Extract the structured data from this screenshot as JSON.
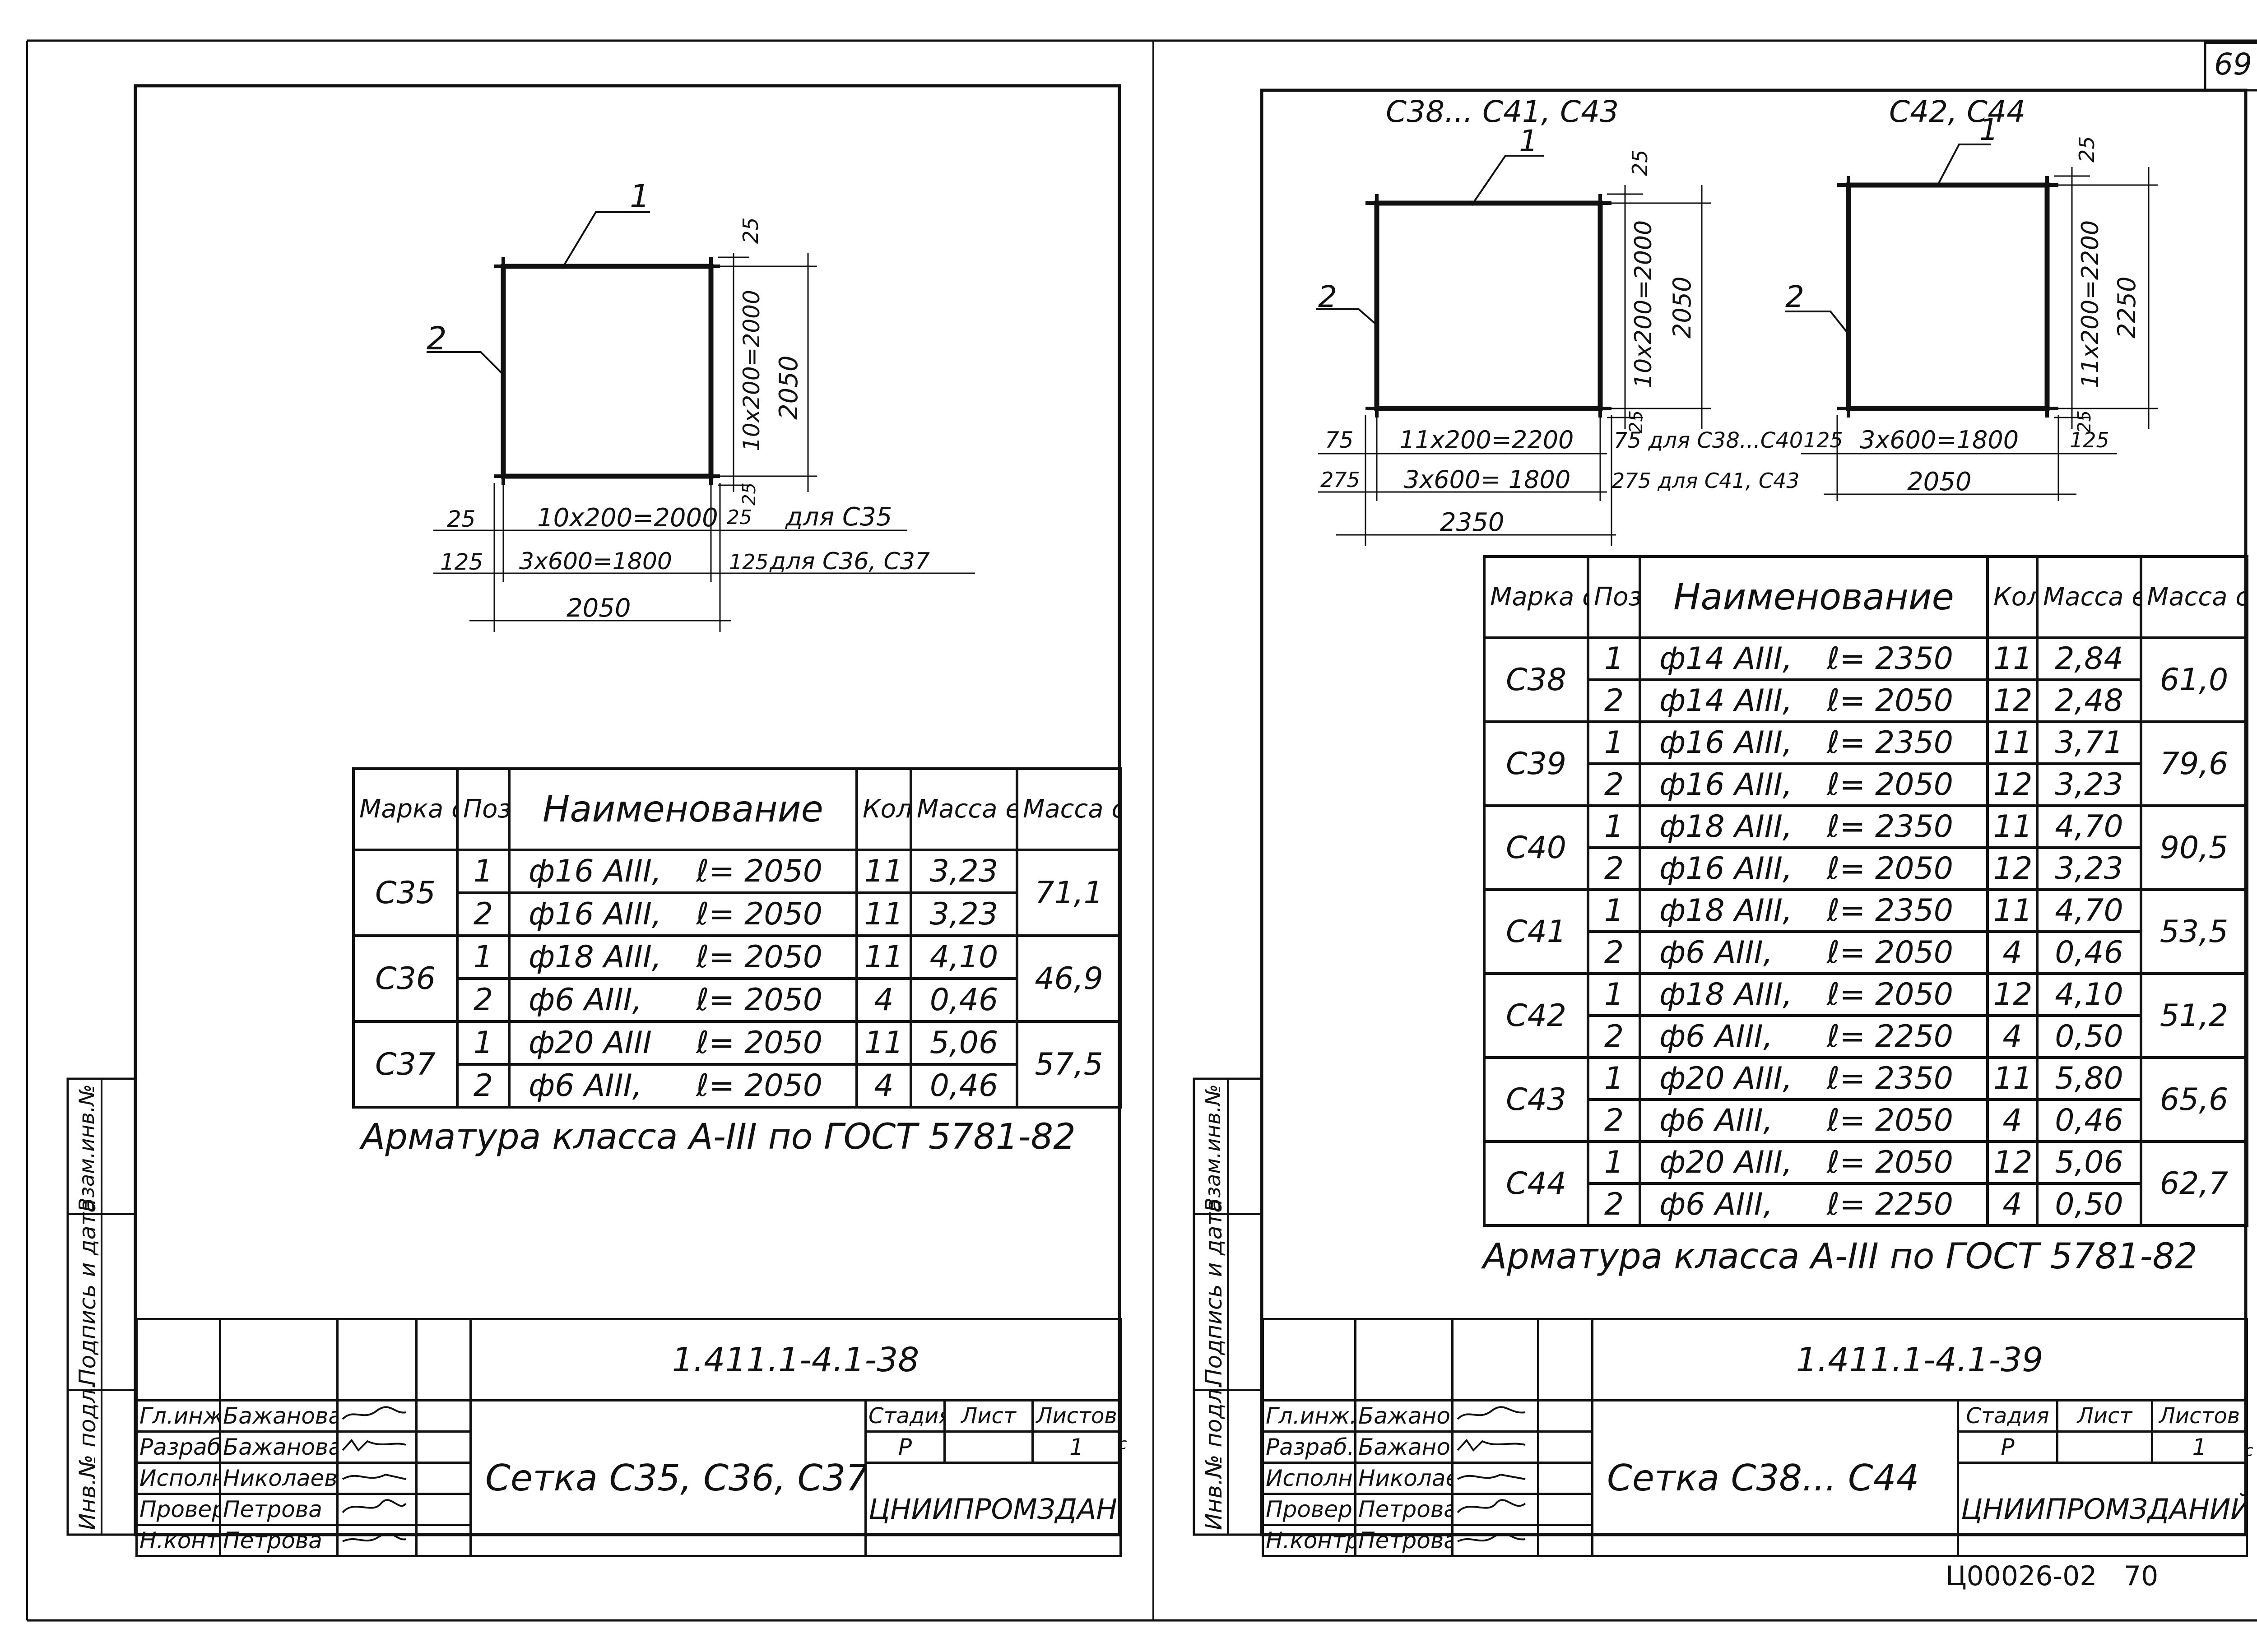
{
  "page_number": "69",
  "bottom_code": "Ц00026-02",
  "bottom_page": "70",
  "sidebar": {
    "inv_podl": "Инв.№ подл.",
    "podpis_data": "Подпись и дата",
    "vzam_inv": "Взам.инв.№"
  },
  "left_sheet": {
    "drawing": {
      "pos1": "1",
      "pos2": "2",
      "dim_25_top": "25",
      "dim_vertical_inner": "10x200=2000",
      "dim_vertical_total": "2050",
      "dim_25_bottom": "25",
      "row1_left": "25",
      "row1_mid": "10x200=2000",
      "row1_right": "25",
      "row1_note": "для С35",
      "row2_left": "125",
      "row2_mid": "3x600=1800",
      "row2_right": "125",
      "row2_note": "для С36, С37",
      "row3_total": "2050"
    },
    "table": {
      "headers": [
        "Марка сетки",
        "Поз.",
        "Наименование",
        "Кол.",
        "Масса ед., кг",
        "Масса сетки, кг"
      ],
      "groups": [
        {
          "mark": "С35",
          "mass": "71,1",
          "rows": [
            {
              "pos": "1",
              "name": "ф16 АIII,",
              "len": "ℓ= 2050",
              "qty": "11",
              "unit": "3,23"
            },
            {
              "pos": "2",
              "name": "ф16 АIII,",
              "len": "ℓ= 2050",
              "qty": "11",
              "unit": "3,23"
            }
          ]
        },
        {
          "mark": "С36",
          "mass": "46,9",
          "rows": [
            {
              "pos": "1",
              "name": "ф18 АIII,",
              "len": "ℓ= 2050",
              "qty": "11",
              "unit": "4,10"
            },
            {
              "pos": "2",
              "name": "ф6 АIII,",
              "len": "ℓ= 2050",
              "qty": "4",
              "unit": "0,46"
            }
          ]
        },
        {
          "mark": "С37",
          "mass": "57,5",
          "rows": [
            {
              "pos": "1",
              "name": "ф20 АIII",
              "len": "ℓ= 2050",
              "qty": "11",
              "unit": "5,06"
            },
            {
              "pos": "2",
              "name": "ф6 АIII,",
              "len": "ℓ= 2050",
              "qty": "4",
              "unit": "0,46"
            }
          ]
        }
      ],
      "note": "Арматура класса А-III по ГОСТ 5781-82"
    },
    "stamp": {
      "doc_code": "1.411.1-4.1-38",
      "title": "Сетка С35, С36, С37",
      "stage_label": "Стадия",
      "sheet_label": "Лист",
      "sheets_label": "Листов",
      "stage": "Р",
      "sheets": "1",
      "org": "ЦНИИПРОМЗДАНИЙ",
      "people": [
        {
          "role": "Гл.инж.пр.",
          "name": "Бажанова"
        },
        {
          "role": "Разраб.",
          "name": "Бажанова"
        },
        {
          "role": "Исполн.",
          "name": "Николаева"
        },
        {
          "role": "Провер.",
          "name": "Петрова"
        },
        {
          "role": "Н.контр.",
          "name": "Петрова"
        }
      ]
    }
  },
  "right_sheet": {
    "drawing": {
      "caption_a": "С38... С41, С43",
      "caption_b": "С42, С44",
      "a_pos1": "1",
      "a_pos2": "2",
      "a_dim_25_top": "25",
      "a_dim_vertical_inner": "10x200=2000",
      "a_dim_vertical_total": "2050",
      "a_dim_25_bottom": "25",
      "a_row1_left": "75",
      "a_row1_mid": "11x200=2200",
      "a_row1_right": "75 для С38...С40",
      "a_row2_left": "275",
      "a_row2_mid": "3x600= 1800",
      "a_row2_right": "275 для С41, С43",
      "a_row3_total": "2350",
      "b_pos1": "1",
      "b_pos2": "2",
      "b_dim_25_top": "25",
      "b_dim_vertical_inner": "11x200=2200",
      "b_dim_vertical_total": "2250",
      "b_dim_25_bottom": "25",
      "b_row1_left": "125",
      "b_row1_mid": "3x600=1800",
      "b_row1_right": "125",
      "b_row2_total": "2050"
    },
    "table": {
      "headers": [
        "Марка сетки",
        "Поз.",
        "Наименование",
        "Кол.",
        "Масса ед., кг",
        "Масса сетки, кг"
      ],
      "groups": [
        {
          "mark": "С38",
          "mass": "61,0",
          "rows": [
            {
              "pos": "1",
              "name": "ф14 АIII,",
              "len": "ℓ= 2350",
              "qty": "11",
              "unit": "2,84"
            },
            {
              "pos": "2",
              "name": "ф14 АIII,",
              "len": "ℓ= 2050",
              "qty": "12",
              "unit": "2,48"
            }
          ]
        },
        {
          "mark": "С39",
          "mass": "79,6",
          "rows": [
            {
              "pos": "1",
              "name": "ф16 АIII,",
              "len": "ℓ= 2350",
              "qty": "11",
              "unit": "3,71"
            },
            {
              "pos": "2",
              "name": "ф16 АIII,",
              "len": "ℓ= 2050",
              "qty": "12",
              "unit": "3,23"
            }
          ]
        },
        {
          "mark": "С40",
          "mass": "90,5",
          "rows": [
            {
              "pos": "1",
              "name": "ф18 АIII,",
              "len": "ℓ= 2350",
              "qty": "11",
              "unit": "4,70"
            },
            {
              "pos": "2",
              "name": "ф16 АIII,",
              "len": "ℓ= 2050",
              "qty": "12",
              "unit": "3,23"
            }
          ]
        },
        {
          "mark": "С41",
          "mass": "53,5",
          "rows": [
            {
              "pos": "1",
              "name": "ф18 АIII,",
              "len": "ℓ= 2350",
              "qty": "11",
              "unit": "4,70"
            },
            {
              "pos": "2",
              "name": "ф6 АIII,",
              "len": "ℓ= 2050",
              "qty": "4",
              "unit": "0,46"
            }
          ]
        },
        {
          "mark": "С42",
          "mass": "51,2",
          "rows": [
            {
              "pos": "1",
              "name": "ф18 АIII,",
              "len": "ℓ= 2050",
              "qty": "12",
              "unit": "4,10"
            },
            {
              "pos": "2",
              "name": "ф6 АIII,",
              "len": "ℓ= 2250",
              "qty": "4",
              "unit": "0,50"
            }
          ]
        },
        {
          "mark": "С43",
          "mass": "65,6",
          "rows": [
            {
              "pos": "1",
              "name": "ф20 АIII,",
              "len": "ℓ= 2350",
              "qty": "11",
              "unit": "5,80"
            },
            {
              "pos": "2",
              "name": "ф6 АIII,",
              "len": "ℓ= 2050",
              "qty": "4",
              "unit": "0,46"
            }
          ]
        },
        {
          "mark": "С44",
          "mass": "62,7",
          "rows": [
            {
              "pos": "1",
              "name": "ф20 АIII,",
              "len": "ℓ= 2050",
              "qty": "12",
              "unit": "5,06"
            },
            {
              "pos": "2",
              "name": "ф6 АIII,",
              "len": "ℓ= 2250",
              "qty": "4",
              "unit": "0,50"
            }
          ]
        }
      ],
      "note": "Арматура класса А-III по ГОСТ 5781-82"
    },
    "stamp": {
      "doc_code": "1.411.1-4.1-39",
      "title": "Сетка С38... С44",
      "stage_label": "Стадия",
      "sheet_label": "Лист",
      "sheets_label": "Листов",
      "stage": "Р",
      "sheets": "1",
      "org": "ЦНИИПРОМЗДАНИЙ",
      "people": [
        {
          "role": "Гл.инж.пр.",
          "name": "Бажанова"
        },
        {
          "role": "Разраб.",
          "name": "Бажанова"
        },
        {
          "role": "Исполн.",
          "name": "Николаева"
        },
        {
          "role": "Провер.",
          "name": "Петрова"
        },
        {
          "role": "Н.контр.",
          "name": "Петрова"
        }
      ]
    }
  }
}
